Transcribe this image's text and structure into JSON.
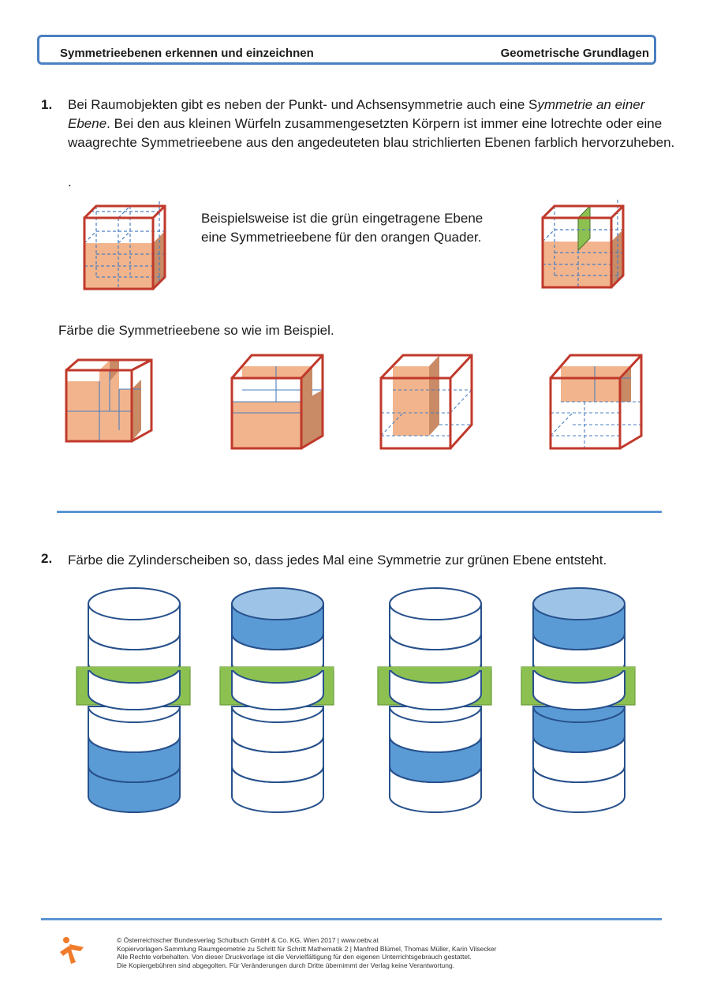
{
  "header": {
    "title": "Symmetrieebenen erkennen und einzeichnen",
    "topic": "Geometrische Grundlagen"
  },
  "task1": {
    "number": "1.",
    "text_part1": "Bei Raumobjekten gibt es neben der Punkt- und Achsensymmetrie auch eine S",
    "text_italic": "ymmetrie an einer Ebene",
    "text_part2": ". Bei den aus kleinen Würfeln zusammengesetzten Körpern ist immer eine lotrechte oder eine waagrechte Symmetrieebene aus den angedeuteten blau strichlierten Ebenen farblich hervorzuheben.",
    "dot": ".",
    "example_line1": "Beispielsweise ist die grün eingetragene Ebene",
    "example_line2": "eine Symmetrieebene für den orangen Quader.",
    "instruction": "Färbe die Symmetrieebene so wie im Beispiel."
  },
  "task2": {
    "number": "2.",
    "text": "Färbe die Zylinderscheiben so, dass jedes Mal eine Symmetrie zur grünen Ebene entsteht."
  },
  "footer": {
    "line1": "© Österreichischer Bundesverlag Schulbuch GmbH & Co. KG, Wien 2017 | www.oebv.at",
    "line2": "Kopiervorlagen-Sammlung Raumgeometrie zu Schritt für Schritt Mathematik 2 | Manfred Blümel, Thomas Müller, Karin Vilsecker",
    "line3": "Alle Rechte vorbehalten. Von dieser Druckvorlage ist die Vervielfältigung für den eigenen Unterrichtsgebrauch gestattet.",
    "line4": "Die Kopiergebühren sind abgegolten. Für Veränderungen durch Dritte übernimmt der Verlag keine Verantwortung."
  },
  "colors": {
    "frame": "#c0392b",
    "orange": "#f2b48c",
    "orange_side": "#c98a66",
    "dash": "#4a7fc1",
    "green": "#8cc152",
    "blue": "#5b9bd5",
    "blue_top": "#9dc3e6"
  },
  "cylinders": [
    {
      "top_filled": false,
      "upper": [
        false,
        false,
        false
      ],
      "lower": [
        false,
        true,
        true
      ]
    },
    {
      "top_filled": true,
      "upper": [
        true,
        false,
        false
      ],
      "lower": [
        false,
        false,
        false
      ]
    },
    {
      "top_filled": false,
      "upper": [
        false,
        false,
        false
      ],
      "lower": [
        false,
        true,
        false
      ]
    },
    {
      "top_filled": true,
      "upper": [
        true,
        false,
        false
      ],
      "lower": [
        true,
        false,
        false
      ]
    }
  ]
}
